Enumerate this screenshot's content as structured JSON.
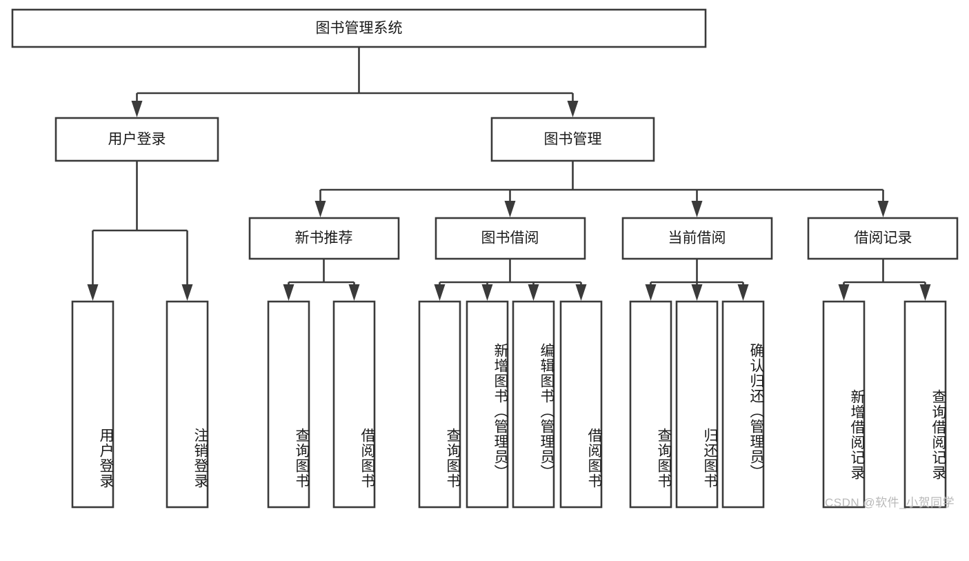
{
  "diagram": {
    "title": "图书管理系统",
    "type": "hierarchy-tree",
    "watermark": "CSDN @软件_小贺同学",
    "colors": {
      "stroke": "#3a3a3a",
      "box_fill": "#ffffff",
      "text": "#1a1a1a",
      "watermark": "#b9b9b9",
      "background": "#ffffff"
    },
    "root": {
      "label": "图书管理系统"
    },
    "level2": [
      {
        "label": "用户登录"
      },
      {
        "label": "图书管理"
      }
    ],
    "level3": [
      {
        "label": "新书推荐"
      },
      {
        "label": "图书借阅"
      },
      {
        "label": "当前借阅"
      },
      {
        "label": "借阅记录"
      }
    ],
    "leaves": [
      {
        "label": "用户登录",
        "parent": "用户登录"
      },
      {
        "label": "注销登录",
        "parent": "用户登录"
      },
      {
        "label": "查询图书",
        "parent": "新书推荐"
      },
      {
        "label": "借阅图书",
        "parent": "新书推荐"
      },
      {
        "label": "查询图书",
        "parent": "图书借阅"
      },
      {
        "label": "新增图书（管理员）",
        "parent": "图书借阅"
      },
      {
        "label": "编辑图书（管理员）",
        "parent": "图书借阅"
      },
      {
        "label": "借阅图书",
        "parent": "图书借阅"
      },
      {
        "label": "查询图书",
        "parent": "当前借阅"
      },
      {
        "label": "归还图书",
        "parent": "当前借阅"
      },
      {
        "label": "确认归还（管理员）",
        "parent": "当前借阅"
      },
      {
        "label": "新增借阅记录",
        "parent": "借阅记录"
      },
      {
        "label": "查询借阅记录",
        "parent": "借阅记录"
      }
    ]
  }
}
